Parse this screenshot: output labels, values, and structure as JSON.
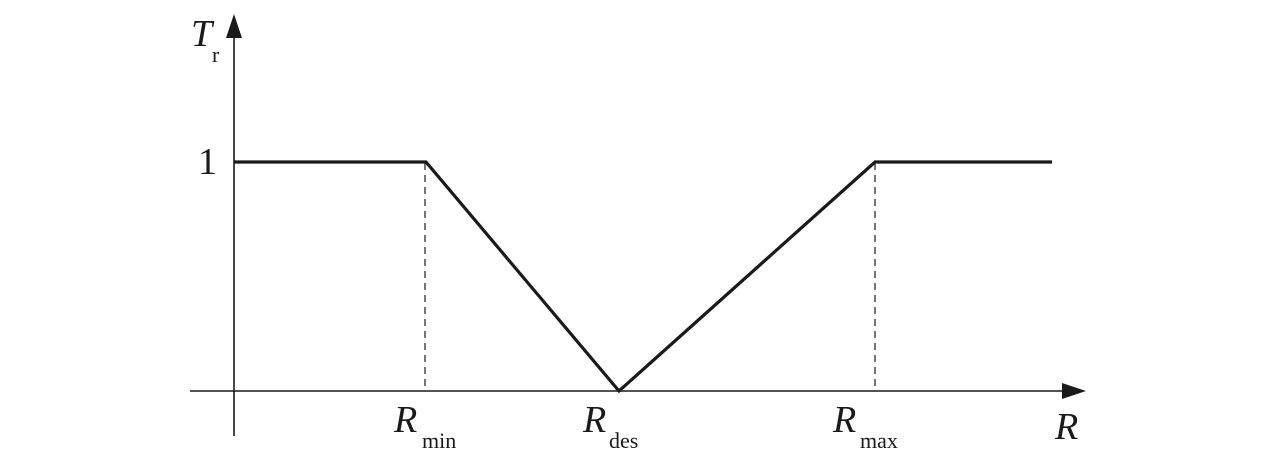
{
  "diagram": {
    "y_axis": {
      "symbol": "T",
      "subscript": "r"
    },
    "x_axis": {
      "symbol": "R"
    },
    "y_tick": {
      "label": "1",
      "value": 1
    },
    "x_marks": [
      {
        "symbol": "R",
        "subscript": "min"
      },
      {
        "symbol": "R",
        "subscript": "des"
      },
      {
        "symbol": "R",
        "subscript": "max"
      }
    ],
    "curve": [
      {
        "point": "start",
        "value": 1
      },
      {
        "point": "R_min",
        "value": 1
      },
      {
        "point": "R_des",
        "value": 0
      },
      {
        "point": "R_max",
        "value": 1
      },
      {
        "point": "end",
        "value": 1
      }
    ],
    "colors": {
      "ink": "#1a1a1a",
      "background": "#ffffff"
    }
  }
}
